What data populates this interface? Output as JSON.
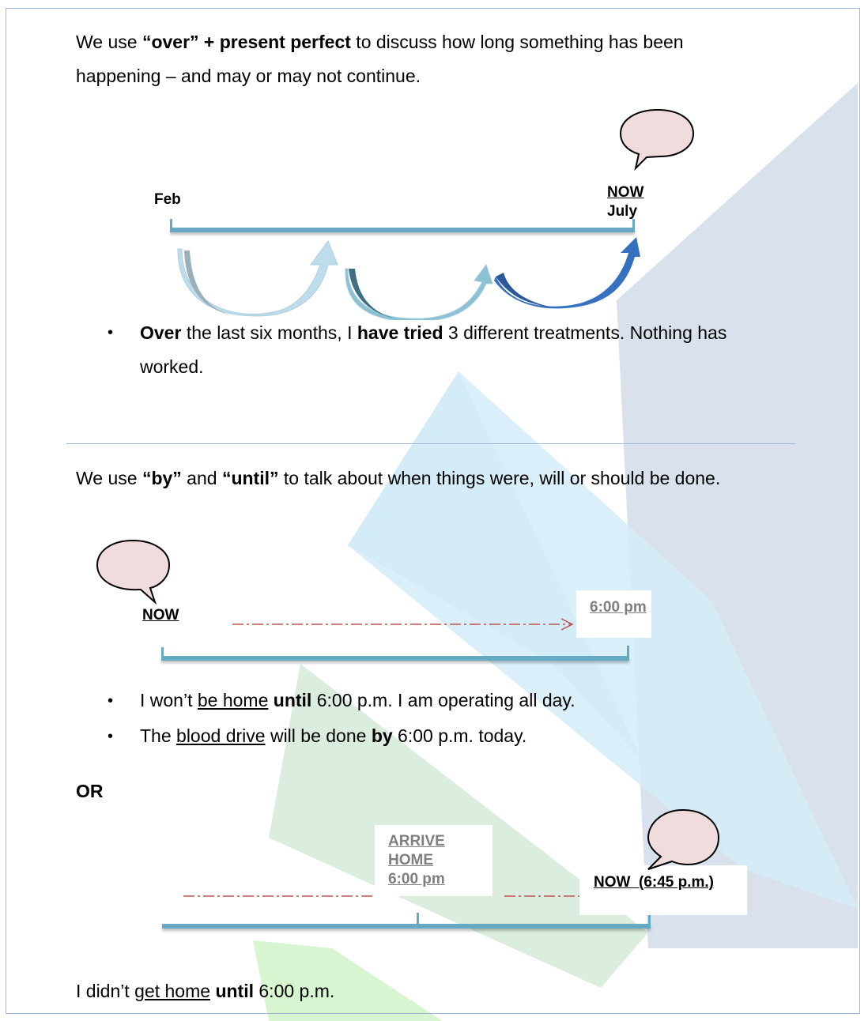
{
  "section1": {
    "intro": [
      "We use ",
      "“over” + present perfect",
      " to discuss how long something has been",
      "happening – and may or may not continue."
    ],
    "timeline": {
      "start": "Feb",
      "end_now": "NOW",
      "end_month": "July"
    },
    "bullet": {
      "bullet_char": "•",
      "parts": [
        "Over",
        " the last six months, I ",
        "have tried",
        " 3 different treatments. Nothing has",
        "worked."
      ]
    }
  },
  "section2": {
    "intro": [
      "We use ",
      "“by”",
      " and ",
      "“until”",
      " to talk about when things were, will or should be done."
    ],
    "timeline": {
      "now": "NOW",
      "end": "6:00 pm"
    },
    "bullets": [
      {
        "parts": [
          "I won’t ",
          "be home",
          " ",
          "until",
          " 6:00 p.m. I am operating all day."
        ]
      },
      {
        "parts": [
          "The ",
          "blood drive",
          " will be done ",
          "by",
          " 6:00 p.m. today."
        ]
      }
    ],
    "or_label": "OR",
    "timeline2": {
      "mid_lines": [
        "ARRIVE",
        "HOME",
        "6:00 pm"
      ],
      "now": "NOW  (6:45 p.m.)"
    },
    "final": [
      "I didn’t ",
      "get home",
      " ",
      "until",
      " 6:00 p.m."
    ]
  },
  "colors": {
    "timeline": "#65a9c3",
    "bubble": "#f0dcdc",
    "dash": "#c0504d",
    "rule": "#9fb6d6"
  }
}
